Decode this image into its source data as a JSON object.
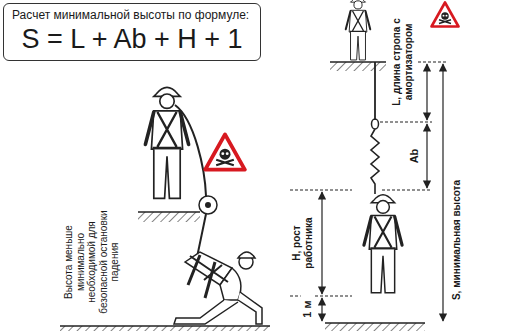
{
  "diagram": {
    "nodes": [
      {
        "text": [
          "Расчет минимальной высоты по формуле:",
          "S = L + Ab + H + 1"
        ]
      }
    ],
    "labels": [
      "Высота меньше минимально необходимой для безопасной остановки падения",
      "L, длина стропа с амортизатором",
      "Ab",
      "H, рост работника",
      "1 м",
      "S, минимальная высота"
    ]
  }
}
